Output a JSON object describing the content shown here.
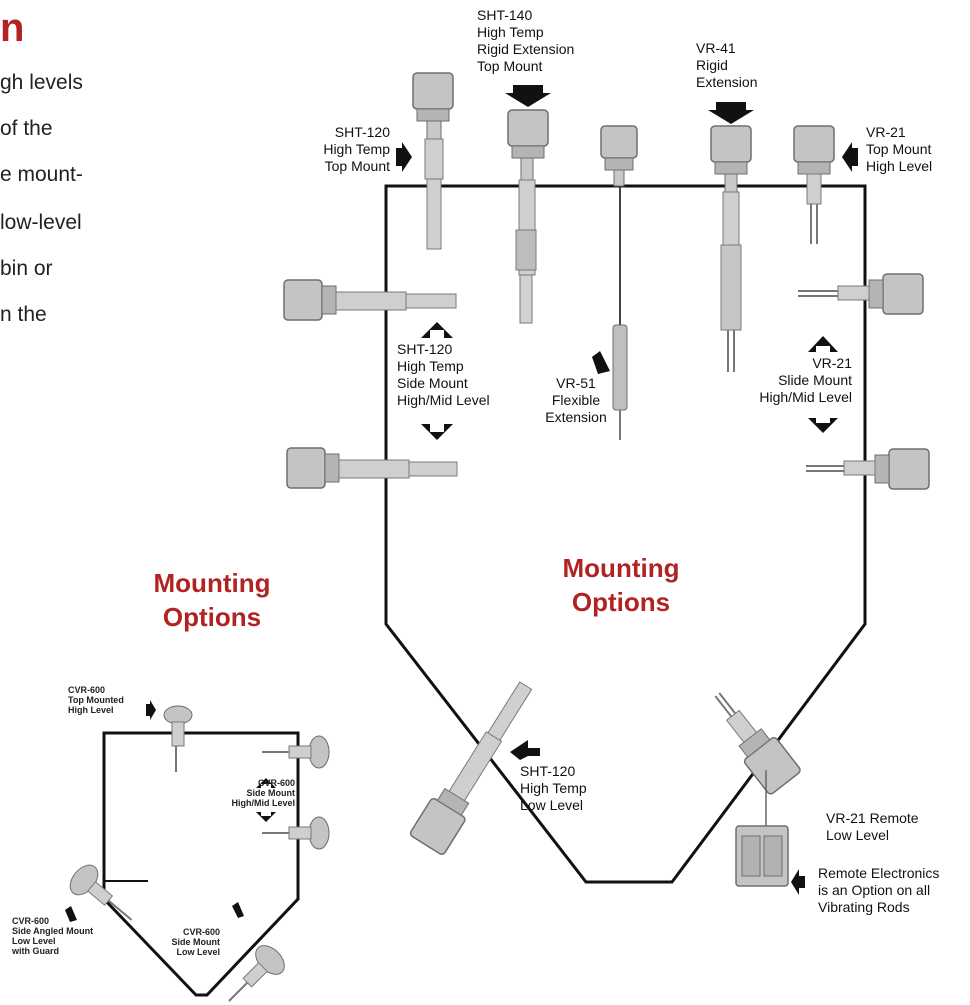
{
  "intro": {
    "title_fragment": "n",
    "lines": [
      "gh levels",
      "of the",
      "e mount-",
      "low-level",
      "bin or",
      "n the"
    ]
  },
  "headings": {
    "main": [
      "Mounting",
      "Options"
    ],
    "secondary": [
      "Mounting",
      "Options"
    ]
  },
  "labels": {
    "sht140": [
      "SHT-140",
      "High Temp",
      "Rigid Extension",
      "Top Mount"
    ],
    "vr41": [
      "VR-41",
      "Rigid",
      "Extension"
    ],
    "sht120_top": [
      "SHT-120",
      "High Temp",
      "Top Mount"
    ],
    "vr21_top": [
      "VR-21",
      "Top Mount",
      "High Level"
    ],
    "sht120_side": [
      "SHT-120",
      "High Temp",
      "Side Mount",
      "High/Mid Level"
    ],
    "vr51": [
      "VR-51",
      "Flexible",
      "Extension"
    ],
    "vr21_side": [
      "VR-21",
      "Slide Mount",
      "High/Mid Level"
    ],
    "sht120_low": [
      "SHT-120",
      "High Temp",
      "Low Level"
    ],
    "vr21_remote": [
      "VR-21 Remote",
      "Low Level"
    ],
    "remote_electronics": [
      "Remote Electronics",
      "is an Option on all",
      "Vibrating Rods"
    ]
  },
  "small_labels": {
    "cvr_top": [
      "CVR-600",
      "Top Mounted",
      "High Level"
    ],
    "cvr_side_mid": [
      "CVR-600",
      "Side Mount",
      "High/Mid Level"
    ],
    "cvr_angled": [
      "CVR-600",
      "Side Angled Mount",
      "Low Level",
      "with Guard"
    ],
    "cvr_side_low": [
      "CVR-600",
      "Side Mount",
      "Low Level"
    ]
  },
  "colors": {
    "heading": "#b22222",
    "device_fill": "#c4c4c4",
    "device_stroke": "#6e6e6e",
    "outline": "#111111",
    "arrow": "#111111"
  }
}
